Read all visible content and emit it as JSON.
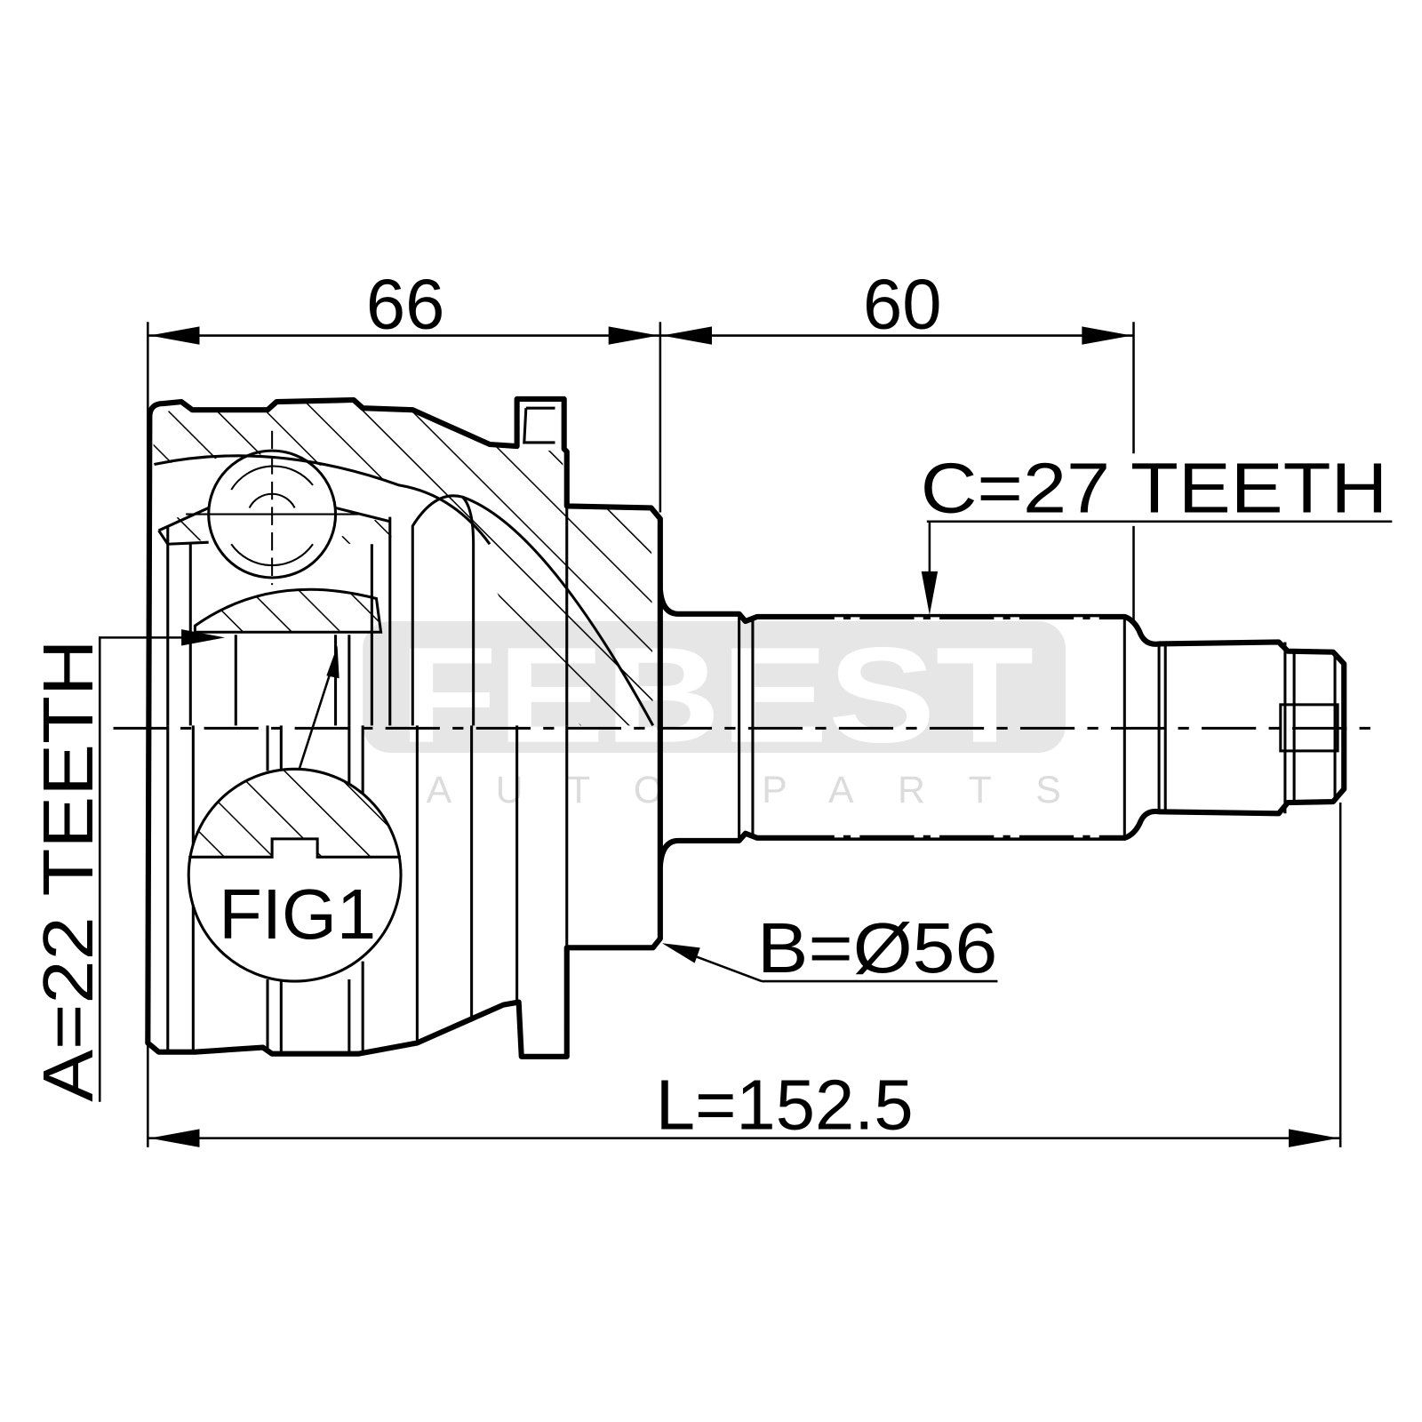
{
  "dimensions": {
    "housing_length": "66",
    "shaft_length": "60",
    "outer_spline": "C=27 TEETH",
    "inner_spline": "A=22 TEETH",
    "abs_diameter": "B=Ø56",
    "overall_length": "L=152.5"
  },
  "detail_label": "FIG1",
  "watermark": {
    "brand": "FEBEST",
    "tagline": "AUTO PARTS"
  },
  "colors": {
    "line": "#000000",
    "watermark_band": "#e6e6e6",
    "watermark_tagline": "#dcdcdc",
    "background": "#ffffff"
  }
}
